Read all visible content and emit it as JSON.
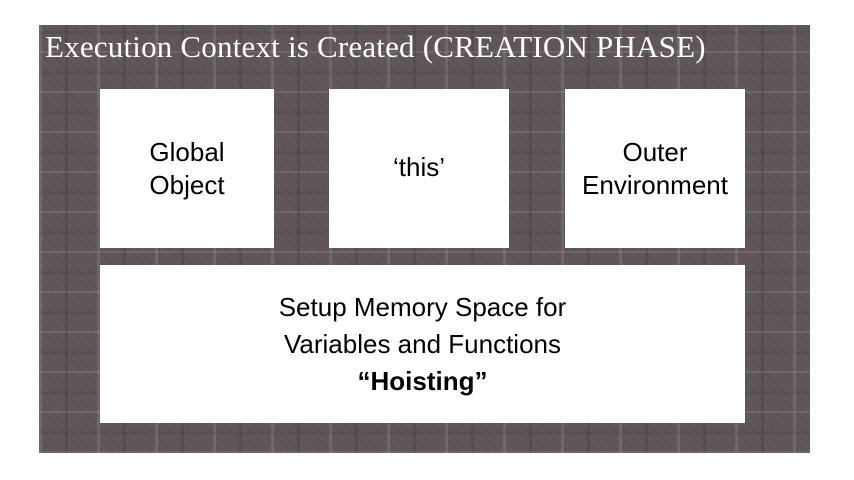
{
  "slide": {
    "title": "Execution Context is Created (CREATION PHASE)",
    "boxes": {
      "global_object": {
        "line1": "Global",
        "line2": "Object"
      },
      "this": {
        "label": "‘this’"
      },
      "outer_environment": {
        "line1": "Outer",
        "line2": "Environment"
      },
      "memory": {
        "line1": "Setup Memory Space for",
        "line2": "Variables and Functions",
        "line3": "“Hoisting”"
      }
    },
    "colors": {
      "background": "#5f5558",
      "box": "#ffffff",
      "title_text": "#ffffff",
      "box_text": "#000000"
    }
  }
}
